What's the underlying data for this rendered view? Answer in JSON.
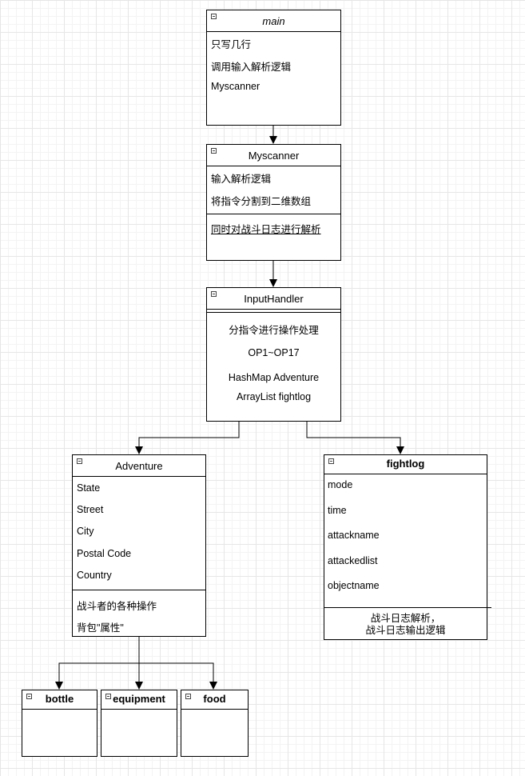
{
  "main": {
    "title": "main",
    "items": [
      "只写几行",
      "调用输入解析逻辑",
      "Myscanner"
    ]
  },
  "myscanner": {
    "title": "Myscanner",
    "items": [
      "输入解析逻辑",
      "将指令分割到二维数组"
    ],
    "methods": [
      "同时对战斗日志进行解析"
    ]
  },
  "inputhandler": {
    "title": "InputHandler",
    "items": [
      "分指令进行操作处理",
      "OP1~OP17",
      "HashMap Adventure",
      "ArrayList fightlog"
    ]
  },
  "adventure": {
    "title": "Adventure",
    "items": [
      "State",
      "Street",
      "City",
      "Postal Code",
      "Country"
    ],
    "methods": [
      "战斗者的各种操作",
      "背包\"属性\""
    ]
  },
  "fightlog": {
    "title": "fightlog",
    "items": [
      "mode",
      "time",
      "attackname",
      "attackedlist",
      "objectname"
    ],
    "methods": [
      "战斗日志解析，",
      "战斗日志输出逻辑"
    ]
  },
  "bottle": {
    "title": "bottle"
  },
  "equipment": {
    "title": "equipment"
  },
  "food": {
    "title": "food"
  }
}
